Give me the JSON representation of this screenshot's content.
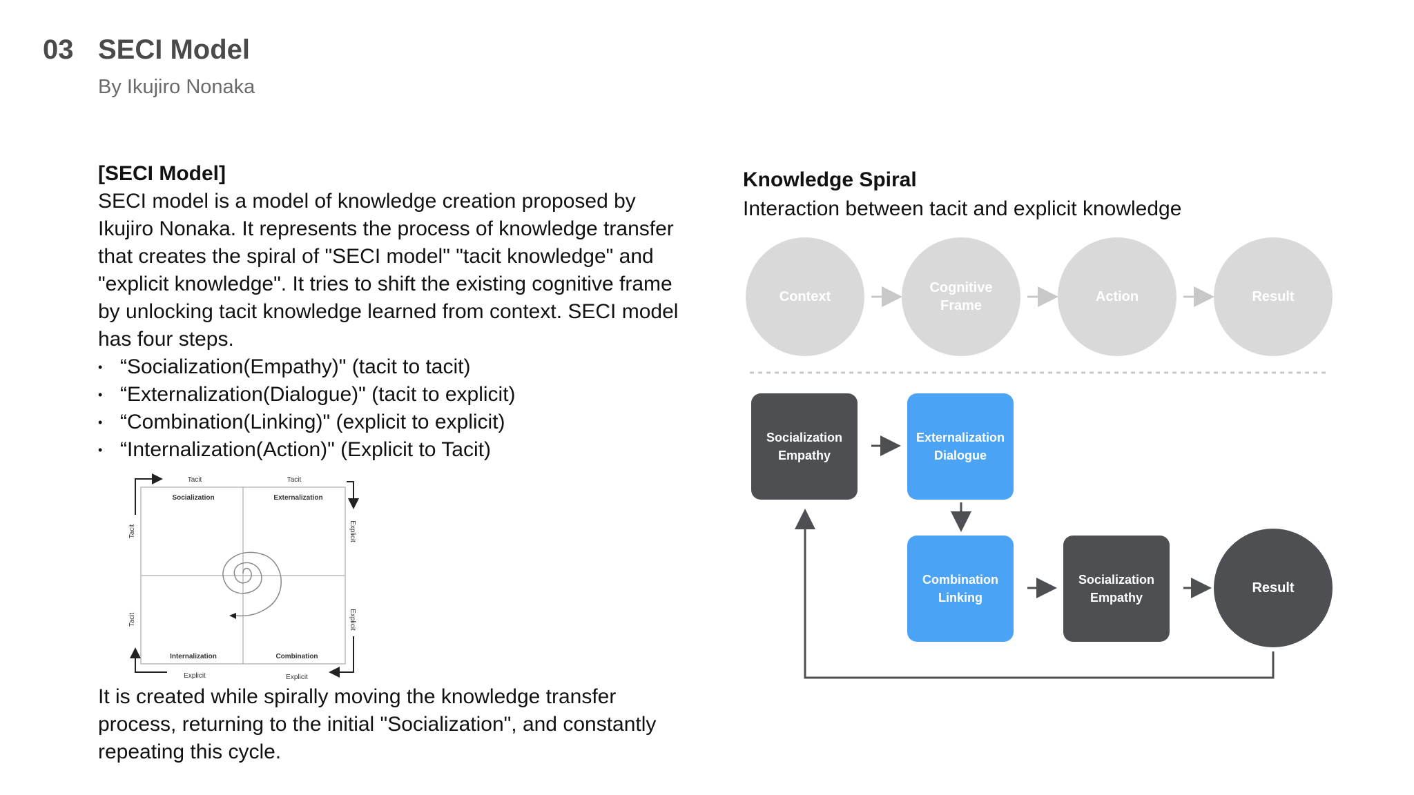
{
  "header": {
    "number": "03",
    "title": "SECI Model",
    "subtitle": "By Ikujiro Nonaka"
  },
  "left": {
    "heading": "[SECI Model]",
    "paragraph": "SECI model is a model of knowledge creation proposed by Ikujiro Nonaka. It represents the process of knowledge transfer that creates the spiral of \"SECI model\" \"tacit knowledge\" and \"explicit knowledge\". It tries to shift the existing cognitive frame by unlocking tacit knowledge learned from context. SECI model has four steps.",
    "bullet_glyph": "•",
    "bullets": [
      "“Socialization(Empathy)\" (tacit to tacit)",
      "“Externalization(Dialogue)\" (tacit to explicit)",
      "“Combination(Linking)\" (explicit to explicit)",
      "“Internalization(Action)\" (Explicit to Tacit)"
    ],
    "closing": "It is created while spirally moving the knowledge transfer process, returning to the initial \"Socialization\", and constantly repeating this cycle."
  },
  "mini_diagram": {
    "top_left_axis": "Tacit",
    "top_right_axis": "Tacit",
    "bottom_left_axis": "Explicit",
    "bottom_right_axis": "Explicit",
    "left_top_axis": "Tacit",
    "left_bottom_axis": "Tacit",
    "right_top_axis": "Explicit",
    "right_bottom_axis": "Explicit",
    "q_socialization": "Socialization",
    "q_externalization": "Externalization",
    "q_internalization": "Internalization",
    "q_combination": "Combination"
  },
  "right": {
    "title": "Knowledge Spiral",
    "subtitle": "Interaction between tacit and explicit knowledge",
    "top_row": [
      {
        "line1": "Context",
        "line2": ""
      },
      {
        "line1": "Cognitive",
        "line2": "Frame"
      },
      {
        "line1": "Action",
        "line2": ""
      },
      {
        "line1": "Result",
        "line2": ""
      }
    ],
    "boxes": {
      "socialization_1": {
        "line1": "Socialization",
        "line2": "Empathy"
      },
      "externalization": {
        "line1": "Externalization",
        "line2": "Dialogue"
      },
      "combination": {
        "line1": "Combination",
        "line2": "Linking"
      },
      "socialization_2": {
        "line1": "Socialization",
        "line2": "Empathy"
      },
      "result": "Result"
    }
  },
  "colors": {
    "gray_circle": "#d9d9d9",
    "dark_box": "#4d4f53",
    "blue_box": "#4aa3f5",
    "light_arrow": "#c8c8c8",
    "dark_arrow": "#4d4f53"
  }
}
